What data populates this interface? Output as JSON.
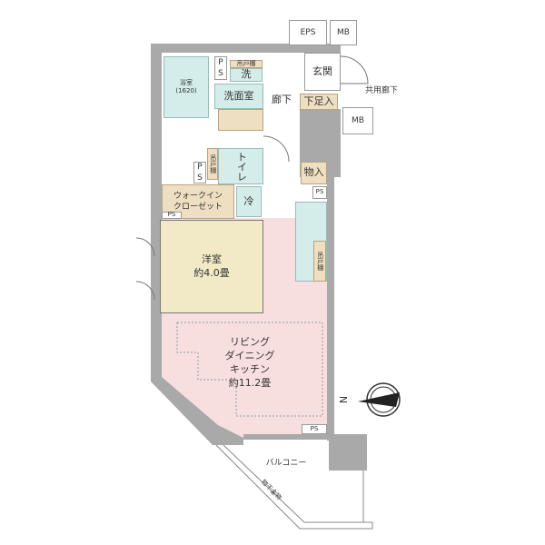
{
  "rooms": {
    "eps": "EPS",
    "mb_top": "MB",
    "mb_side": "MB",
    "entrance": "玄関",
    "common_corridor": "共用廊下",
    "shoe_storage": "下足入",
    "corridor": "廊下",
    "ps_bath": "P\nS",
    "laundry": "洗",
    "laundry_shelf": "吊戸棚",
    "bathroom": "浴室\n(1620)",
    "washroom": "洗面室",
    "toilet": "トイレ",
    "toilet_shelf": "吊戸棚",
    "ps_toilet": "P\nS",
    "storage": "物入",
    "walk_in_closet": "ウォークイン\nクローゼット",
    "ps_wic": "PS",
    "fridge": "冷",
    "ps_kitchen": "PS",
    "kitchen_shelf": "吊戸棚",
    "western_room": "洋室\n約4.0畳",
    "ldk": "リビング\nダイニング\nキッチン\n約11.2畳",
    "ps_ldk": "PS",
    "balcony": "バルコニー",
    "drying_hardware": "物干金物"
  },
  "compass": {
    "label": "N"
  },
  "colors": {
    "wet": "#d4ecea",
    "storage": "#efdfc2",
    "western_room": "#f2eac7",
    "ldk": "#f7dfdf",
    "wall": "#a9a9a9"
  }
}
